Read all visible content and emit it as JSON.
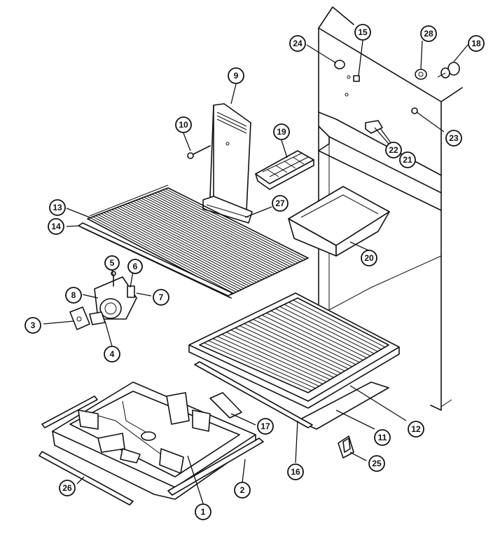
{
  "callouts": [
    {
      "id": "c1",
      "label": "1"
    },
    {
      "id": "c2",
      "label": "2"
    },
    {
      "id": "c3",
      "label": "3"
    },
    {
      "id": "c4",
      "label": "4"
    },
    {
      "id": "c5",
      "label": "5"
    },
    {
      "id": "c6",
      "label": "6"
    },
    {
      "id": "c7",
      "label": "7"
    },
    {
      "id": "c8",
      "label": "8"
    },
    {
      "id": "c9",
      "label": "9"
    },
    {
      "id": "c10",
      "label": "10"
    },
    {
      "id": "c11",
      "label": "11"
    },
    {
      "id": "c12",
      "label": "12"
    },
    {
      "id": "c13",
      "label": "13"
    },
    {
      "id": "c14",
      "label": "14"
    },
    {
      "id": "c15",
      "label": "15"
    },
    {
      "id": "c16",
      "label": "16"
    },
    {
      "id": "c17",
      "label": "17"
    },
    {
      "id": "c18",
      "label": "18"
    },
    {
      "id": "c19",
      "label": "19"
    },
    {
      "id": "c20",
      "label": "20"
    },
    {
      "id": "c21",
      "label": "21"
    },
    {
      "id": "c22",
      "label": "22"
    },
    {
      "id": "c23",
      "label": "23"
    },
    {
      "id": "c24",
      "label": "24"
    },
    {
      "id": "c25",
      "label": "25"
    },
    {
      "id": "c26",
      "label": "26"
    },
    {
      "id": "c27",
      "label": "27"
    },
    {
      "id": "c28",
      "label": "28"
    }
  ]
}
